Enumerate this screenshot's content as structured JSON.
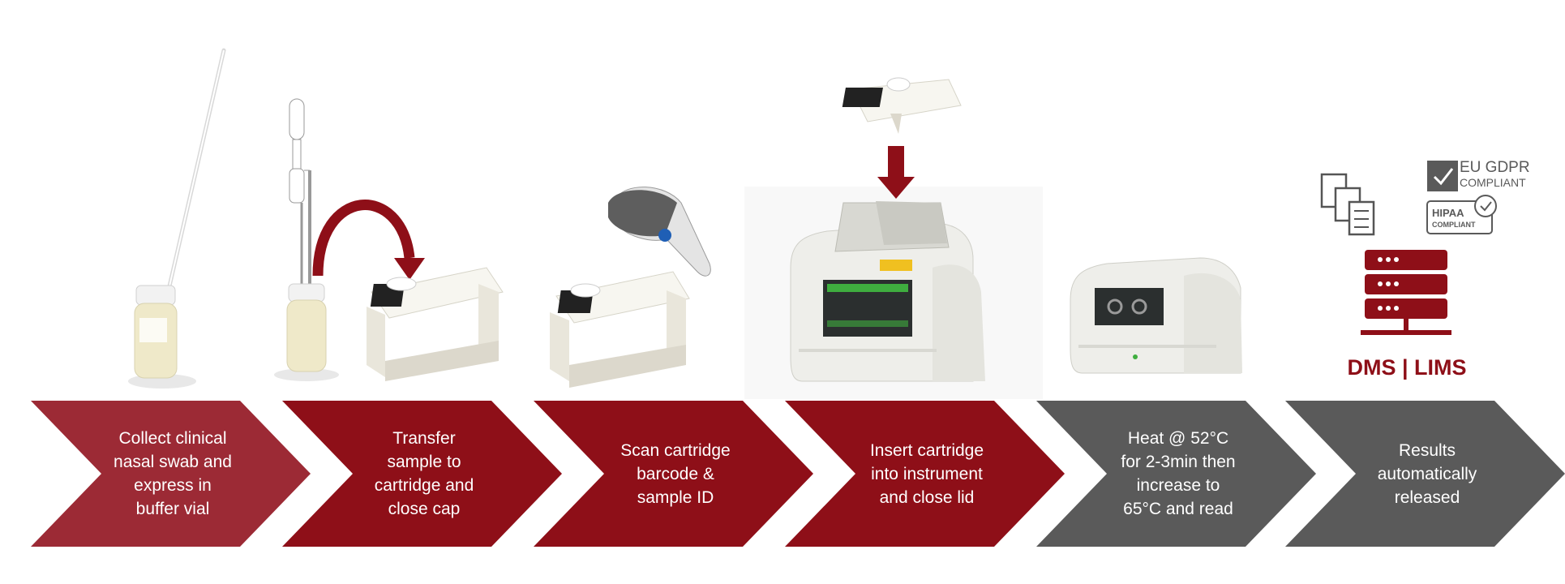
{
  "colors": {
    "red_light": "#9c2a35",
    "red_dark": "#8e0f18",
    "gray": "#5a5a5a",
    "white": "#ffffff",
    "device": "#eeeeea",
    "screen": "#2b2f2f",
    "screen_green": "#3fae3f"
  },
  "steps": [
    {
      "label": "Collect clinical\nnasal swab and\nexpress in\nbuffer vial",
      "color": "#9c2a35"
    },
    {
      "label": "Transfer\nsample to\ncartridge and\nclose cap",
      "color": "#8e0f18"
    },
    {
      "label": "Scan cartridge\nbarcode &\nsample ID",
      "color": "#8e0f18"
    },
    {
      "label": "Insert cartridge\ninto instrument\nand close lid",
      "color": "#8e0f18"
    },
    {
      "label": "Heat @ 52°C\nfor 2-3min then\nincrease to\n65°C and read",
      "color": "#5a5a5a"
    },
    {
      "label": "Results\nautomatically\nreleased",
      "color": "#5a5a5a"
    }
  ],
  "badges": {
    "gdpr_line1": "EU GDPR",
    "gdpr_line2": "COMPLIANT",
    "hipaa_line1": "HIPAA",
    "hipaa_line2": "COMPLIANT"
  },
  "dms_label": "DMS | LIMS",
  "icons": {
    "vial": "buffer-vial-icon",
    "swab": "nasal-swab-icon",
    "pipette": "pipette-icon",
    "arrow": "curved-arrow-icon",
    "cartridge": "cartridge-icon",
    "scanner": "barcode-scanner-icon",
    "instrument": "instrument-icon",
    "documents": "documents-checklist-icon",
    "server": "server-icon"
  }
}
